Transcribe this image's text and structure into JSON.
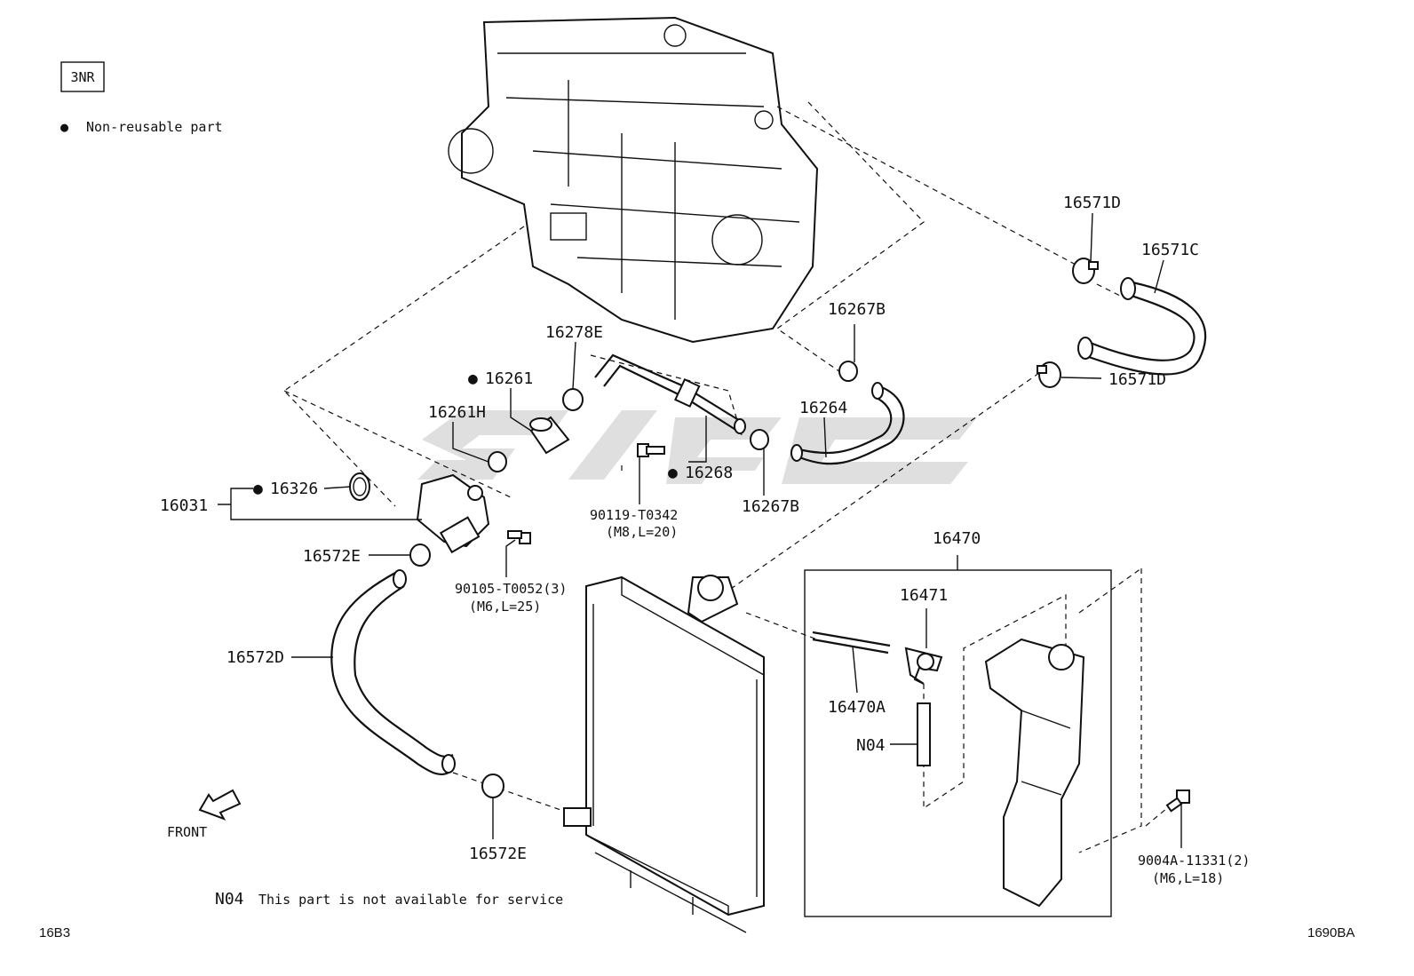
{
  "header": {
    "engine_code": "3NR",
    "legend_marker": "●",
    "legend_text": "Non-reusable part"
  },
  "parts": {
    "p16571D_top": "16571D",
    "p16571C": "16571C",
    "p16571D_bottom": "16571D",
    "p16267B_top": "16267B",
    "p16278E": "16278E",
    "p16261": "16261",
    "p16261H": "16261H",
    "p16264": "16264",
    "p16268": "16268",
    "p16267B_bottom": "16267B",
    "p90119": "90119-T0342",
    "p90119_spec": "(M8,L=20)",
    "p16031": "16031",
    "p16326": "16326",
    "p16572E_top": "16572E",
    "p90105": "90105-T0052(3)",
    "p90105_spec": "(M6,L=25)",
    "p16572D": "16572D",
    "p16572E_bottom": "16572E",
    "p16470": "16470",
    "p16471": "16471",
    "p16470A": "16470A",
    "pN04": "N04",
    "p9004A": "9004A-11331(2)",
    "p9004A_spec": "(M6,L=18)"
  },
  "nonreusable_marker": "●",
  "front_label": "FRONT",
  "footnote": {
    "code": "N04",
    "text": "This part is not available for service"
  },
  "corners": {
    "bottom_left": "16B3",
    "bottom_right": "1690BA"
  }
}
